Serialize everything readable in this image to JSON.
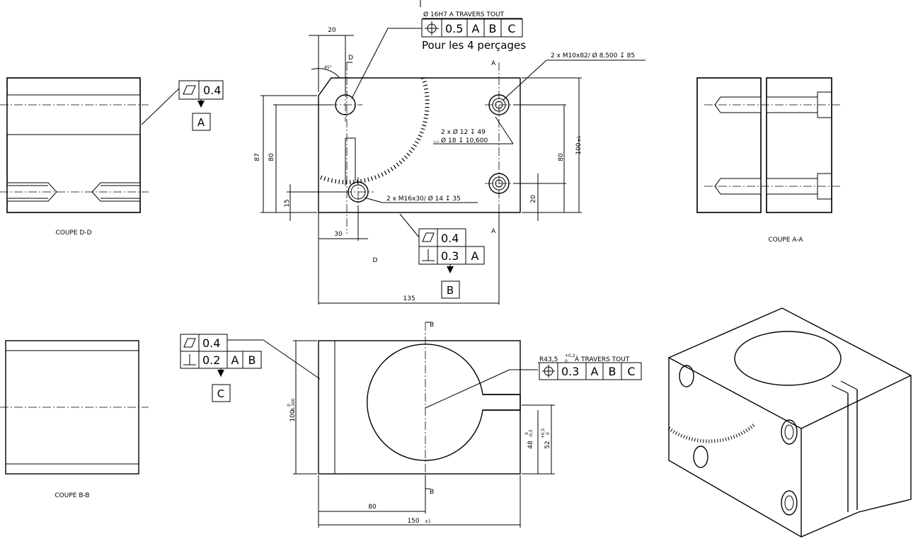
{
  "sections": {
    "dd": "COUPE D-D",
    "aa": "COUPE A-A",
    "bb": "COUPE B-B"
  },
  "front_view": {
    "hole_callout": "Ø 16H7 A TRAVERS TOUT",
    "hole_frame": {
      "tolerance": "0.5",
      "datums": [
        "A",
        "B",
        "C"
      ]
    },
    "hole_note": "Pour les 4 perçages",
    "m10_callout": "2 x M10x82/ Ø 8,500 ↧ 85",
    "cbore_line1": "2 x Ø 12 ↧ 49",
    "cbore_line2": "⌴ Ø 18 ↧ 10,600",
    "m16_callout": "2 x M16x30/ Ø 14 ↧ 35",
    "section_letters": {
      "d": "D",
      "a": "A"
    },
    "view_label": "D",
    "angle": "45°",
    "dims": {
      "d20_top": "20",
      "d87": "87",
      "d80_left": "80",
      "d15": "15",
      "d30": "30",
      "d135": "135",
      "d80_right": "80",
      "d20_right": "20",
      "d100_main": "100",
      "d100_tol": "±1"
    },
    "frame_bottom": {
      "flatness": "0.4",
      "perp": "0.3",
      "perp_datum": "A",
      "datum_label": "B"
    }
  },
  "dd_view": {
    "flatness": "0.4",
    "datum_label": "A"
  },
  "top_view": {
    "flatness": "0.4",
    "perp": "0.2",
    "perp_datums": [
      "A",
      "B"
    ],
    "datum_label": "C",
    "radius_callout": "R43,5",
    "radius_tol_upper": "+0,2",
    "radius_tol_lower": "0",
    "radius_suffix": "À TRAVERS TOUT",
    "pos_frame": {
      "tolerance": "0.3",
      "datums": [
        "A",
        "B",
        "C"
      ]
    },
    "section_letter": "B",
    "dims": {
      "d100": "100",
      "d100_tol_upper": "0",
      "d100_tol_lower": "-0,100",
      "d80": "80",
      "d150": "150",
      "d150_tol": "±1",
      "d48": "48",
      "d48_tol_upper": "0",
      "d48_tol_lower": "-0,5",
      "d52": "52",
      "d52_tol_upper": "+0,5",
      "d52_tol_lower": "0"
    }
  },
  "symbols": {
    "position": "⌖",
    "flatness": "⏥",
    "perpendicularity": "⊥",
    "datum_arrow": "▼"
  }
}
